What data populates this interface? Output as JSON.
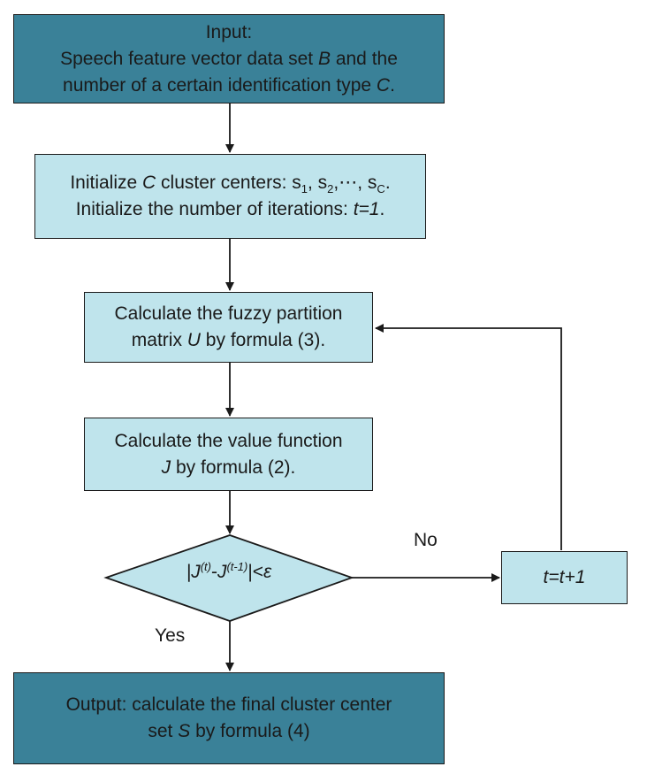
{
  "input_box": {
    "line1": "Input:",
    "line2_a": "Speech feature vector data set ",
    "line2_var": "B",
    "line2_b": " and the",
    "line3_a": "number of a certain identification type ",
    "line3_var": "C",
    "line3_b": "."
  },
  "init_box": {
    "l1_a": "Initialize ",
    "l1_var": "C",
    "l1_b": " cluster centers: s",
    "l1_sub1": "1",
    "l1_c": ", s",
    "l1_sub2": "2",
    "l1_d": ",⋯, s",
    "l1_sub3": "C",
    "l1_e": ".",
    "l2_a": "Initialize the number of iterations: ",
    "l2_var": "t=1",
    "l2_b": "."
  },
  "fuzzy_box": {
    "l1": "Calculate the fuzzy partition",
    "l2_a": "matrix ",
    "l2_var": "U",
    "l2_b": " by formula (3)."
  },
  "value_box": {
    "l1": "Calculate the value function",
    "l2_var": "J",
    "l2_b": " by formula (2)."
  },
  "decision": {
    "open_bar": "|",
    "j1": "J",
    "sup1": "(t)",
    "minus": "-",
    "j2": "J",
    "sup2": "(t-1)",
    "close": "|<",
    "epsilon": "ε"
  },
  "update_box": {
    "text": "t=t+1"
  },
  "output_box": {
    "l1": "Output: calculate the final cluster center",
    "l2_a": "set ",
    "l2_var": "S",
    "l2_b": " by formula (4)"
  },
  "labels": {
    "no": "No",
    "yes": "Yes"
  },
  "colors": {
    "dark_fill": "#3a8198",
    "light_fill": "#bfe4ec",
    "stroke": "#1a1a1a"
  }
}
